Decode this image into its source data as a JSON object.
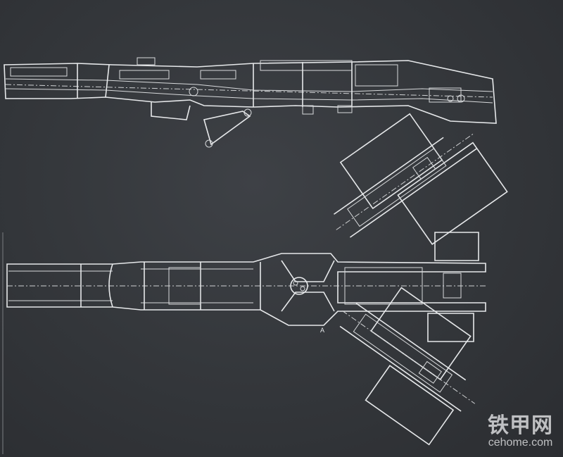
{
  "drawing": {
    "section_marker": "A",
    "stroke_color": "#e6e8ea",
    "background_color": "#36393d"
  },
  "watermark": {
    "logo_text": "铁甲网",
    "site": "cehome.com"
  }
}
